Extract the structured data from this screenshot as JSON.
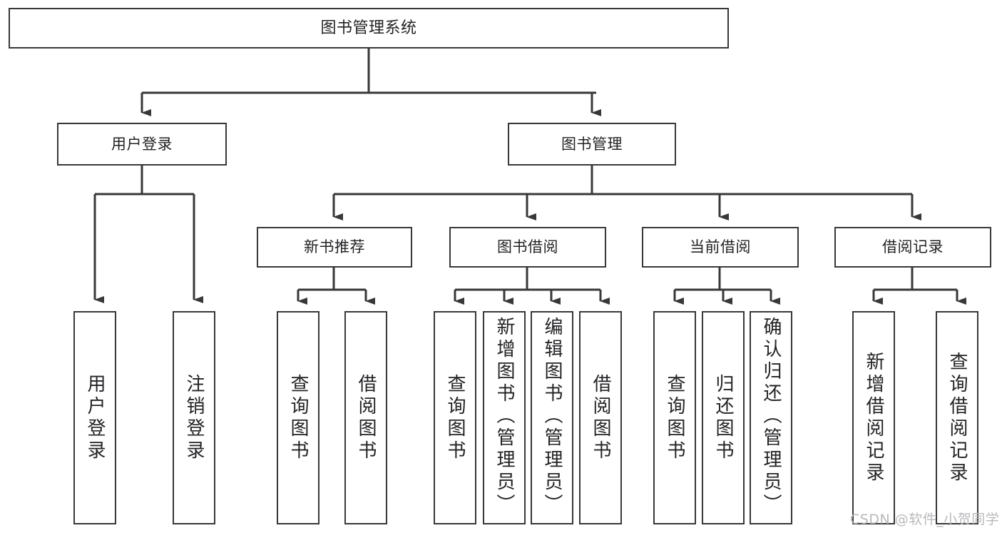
{
  "diagram": {
    "title": "图书管理系统",
    "type": "tree",
    "watermark": "CSDN @软件_小贺同学",
    "colors": {
      "background": "#ffffff",
      "box_border": "#38383a",
      "box_fill": "#ffffff",
      "edge": "#38383a",
      "text": "#232326",
      "watermark": "#b9b9bd"
    },
    "levels": {
      "root": {
        "label": "图书管理系统"
      },
      "level2": [
        {
          "id": "user-login",
          "label": "用户登录"
        },
        {
          "id": "book-manage",
          "label": "图书管理"
        }
      ],
      "level3": [
        {
          "id": "new-book-rec",
          "label": "新书推荐",
          "parent": "book-manage"
        },
        {
          "id": "book-borrow",
          "label": "图书借阅",
          "parent": "book-manage"
        },
        {
          "id": "current-borrow",
          "label": "当前借阅",
          "parent": "book-manage"
        },
        {
          "id": "borrow-record",
          "label": "借阅记录",
          "parent": "book-manage"
        }
      ],
      "leaves": [
        {
          "id": "leaf-user-login",
          "label": "用户登录",
          "parent": "user-login"
        },
        {
          "id": "leaf-user-logout",
          "label": "注销登录",
          "parent": "user-login"
        },
        {
          "id": "leaf-query-book-1",
          "label": "查询图书",
          "parent": "new-book-rec"
        },
        {
          "id": "leaf-borrow-book-1",
          "label": "借阅图书",
          "parent": "new-book-rec"
        },
        {
          "id": "leaf-query-book-2",
          "label": "查询图书",
          "parent": "book-borrow"
        },
        {
          "id": "leaf-add-book",
          "label": "新增图书（管理员）",
          "parent": "book-borrow"
        },
        {
          "id": "leaf-edit-book",
          "label": "编辑图书（管理员）",
          "parent": "book-borrow"
        },
        {
          "id": "leaf-borrow-book-2",
          "label": "借阅图书",
          "parent": "book-borrow"
        },
        {
          "id": "leaf-query-book-3",
          "label": "查询图书",
          "parent": "current-borrow"
        },
        {
          "id": "leaf-return-book",
          "label": "归还图书",
          "parent": "current-borrow"
        },
        {
          "id": "leaf-confirm-return",
          "label": "确认归还（管理员）",
          "parent": "current-borrow"
        },
        {
          "id": "leaf-add-record",
          "label": "新增借阅记录",
          "parent": "borrow-record"
        },
        {
          "id": "leaf-query-record",
          "label": "查询借阅记录",
          "parent": "borrow-record"
        }
      ]
    }
  }
}
